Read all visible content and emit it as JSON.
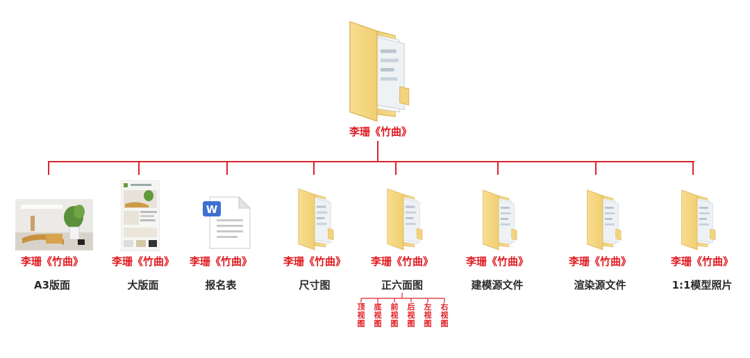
{
  "root": {
    "title": "李珊《竹曲》",
    "icon": "folder-icon"
  },
  "colors": {
    "line": "#d8232a",
    "label": "#e0191f",
    "sub": "#2a2a2a",
    "folder": "#f3d27a",
    "doc_badge": "#3f6fd1"
  },
  "items": [
    {
      "title": "李珊《竹曲》",
      "sub": "A3版面",
      "icon": "photo-thumbnail-icon"
    },
    {
      "title": "李珊《竹曲》",
      "sub": "大版面",
      "icon": "poster-thumbnail-icon"
    },
    {
      "title": "李珊《竹曲》",
      "sub": "报名表",
      "icon": "word-document-icon",
      "badge": "W"
    },
    {
      "title": "李珊《竹曲》",
      "sub": "尺寸图",
      "icon": "folder-icon"
    },
    {
      "title": "李珊《竹曲》",
      "sub": "正六面图",
      "icon": "folder-icon",
      "children": [
        "顶视图",
        "底视图",
        "前视图",
        "后视图",
        "左视图",
        "右视图"
      ]
    },
    {
      "title": "李珊《竹曲》",
      "sub": "建模源文件",
      "icon": "folder-icon"
    },
    {
      "title": "李珊《竹曲》",
      "sub": "渲染源文件",
      "icon": "folder-icon"
    },
    {
      "title": "李珊《竹曲》",
      "sub": "1:1模型照片",
      "icon": "folder-icon"
    }
  ]
}
